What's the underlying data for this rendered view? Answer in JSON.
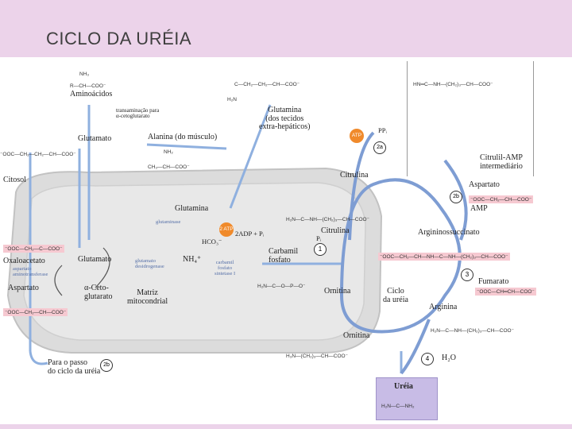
{
  "slide": {
    "title": "CICLO DA URÉIA"
  },
  "diagram": {
    "compartments": {
      "cytosol": "Citosol",
      "matrix": "Matriz\nmitocondrial"
    },
    "nodes": {
      "aminoacidos": "Aminoácidos",
      "transaminacao": "transaminação para\nα-cetoglutarato",
      "glutamato_top": "Glutamato",
      "alanina": "Alanina (do músculo)",
      "glutamina_tecidos": "Glutamina\n(dos tecidos\nextra-hepáticos)",
      "citosol": "Citosol",
      "glutamina": "Glutamina",
      "glutaminase": "glutaminase",
      "glutamato_matrix": "Glutamato",
      "oxaloacetato": "Oxaloacetato",
      "aspartato_amino": "aspartato\naminotransferase",
      "aspartato_left": "Aspartato",
      "cetoglutarato": "α-Ceto-\nglutarato",
      "glut_desidro": "glutamato\ndesidrogenase",
      "matriz": "Matriz\nmitocondrial",
      "carbamil_sintetase": "carbamil\nfosfato\nsintetase I",
      "carbamil_fosfato": "Carbamil\nfosfato",
      "adp": "2ADP + Pᵢ",
      "hco3": "HCO₃⁻",
      "nh4": "NH₄⁺",
      "citrulina_top": "Citrulina",
      "citrulina_mid": "Citrulina",
      "citrulil_amp": "Citrulil-AMP\nintermediário",
      "aspartato_right": "Aspartato",
      "amp": "AMP",
      "argininossuccinato": "Argininossuccinato",
      "fumarato": "Fumarato",
      "arginina": "Arginina",
      "ornitina_mid": "Ornitina",
      "ornitina_low": "Ornitina",
      "ciclo": "Ciclo\nda uréia",
      "h2o": "H₂O",
      "ureia": "Uréia",
      "passo": "Para o passo\ndo ciclo da uréia",
      "ppi": "PPᵢ",
      "pi": "Pᵢ",
      "atp": "ATP",
      "atp2": "2 ATP"
    },
    "steps": [
      "1",
      "2a",
      "2b",
      "3",
      "4"
    ],
    "passo_ref": "2b",
    "chem": {
      "aminoacid_formula": "R—CH—COO⁻",
      "nh3": "NH₃",
      "glutamina_formula": "C—CH₂—CH₂—CH—COO⁻",
      "h2n": "H₂N",
      "glutamato_formula": "⁻OOC—CH₂—CH₂—CH—COO⁻",
      "alanina_formula": "CH₃—CH—COO⁻",
      "nh2": "NH₂",
      "citrulina_formula": "H₂N—C—NH—(CH₂)₃—CH—COO⁻",
      "oxaloacetato_formula": "⁻OOC—CH₂—C—COO⁻",
      "aspartato_formula": "⁻OOC—CH₂—CH—COO⁻",
      "carbamil_formula": "H₂N—C—O—P—O⁻",
      "argsucc_formula": "⁻OOC—CH₂—CH—NH—C—NH—(CH₂)₃—CH—COO⁻",
      "asp_right_formula": "⁻OOC—CH₂—CH—COO⁻",
      "fumarato_formula": "⁻OOC—CH═CH—COO⁻",
      "arginina_formula": "H₂N—C—NH—(CH₂)₃—CH—COO⁻",
      "ornitina_formula": "H₃N—(CH₂)₃—CH—COO⁻",
      "ureia_formula": "H₂N—C—NH₂",
      "citrulil_formula": "HN═C—NH—(CH₂)₃—CH—COO⁻"
    }
  },
  "colors": {
    "background": "#ecd3ea",
    "mito": "#d9d9d9",
    "arrow": "#7e9dd3",
    "pink": "#f6c9d1",
    "yellow": "#f2e06b",
    "urea_box": "#c8bce6"
  }
}
